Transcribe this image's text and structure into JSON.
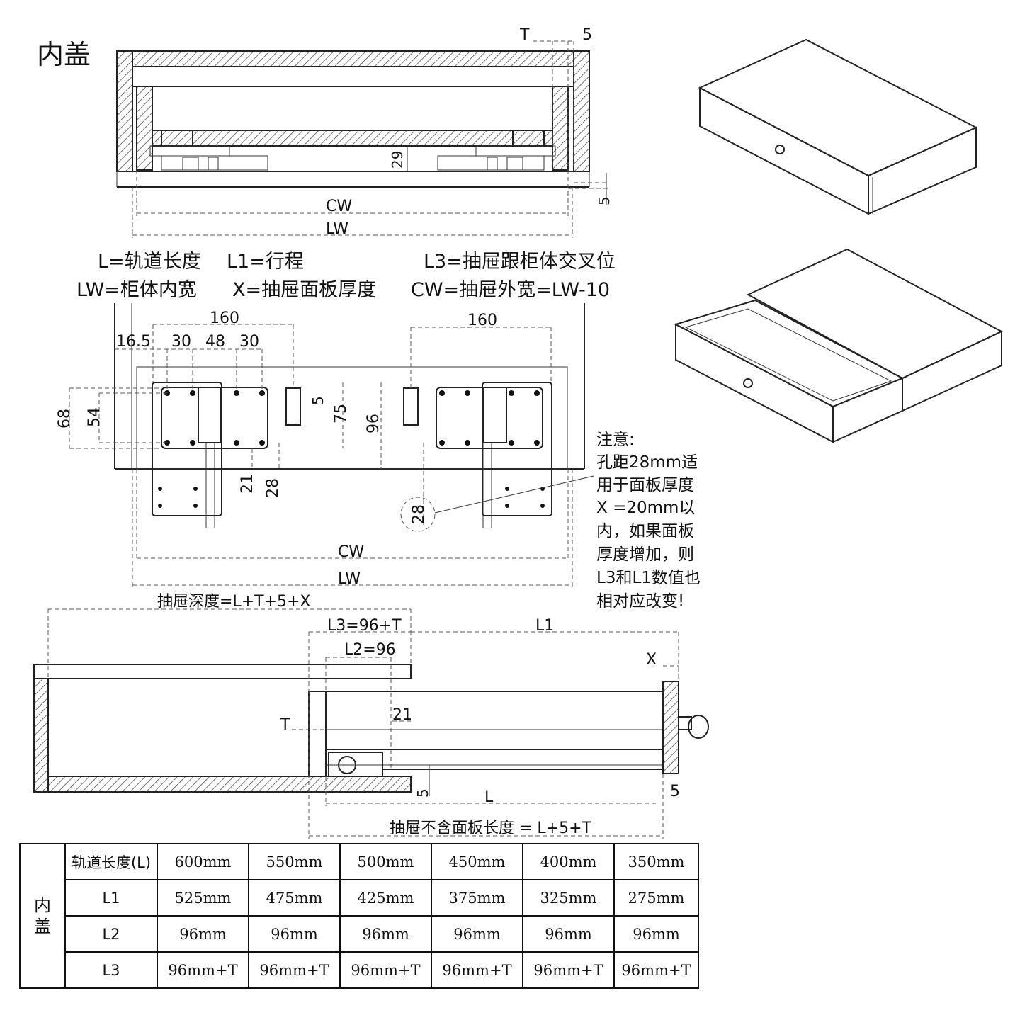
{
  "title": "内盖",
  "top_dims": {
    "T": "T",
    "five_a": "5",
    "twentynine": "29",
    "five_b": "5",
    "cw": "CW",
    "lw": "LW"
  },
  "legend": {
    "l": "L=轨道长度",
    "l1": "L1=行程",
    "l3": "L3=抽屉跟柜体交叉位",
    "lw": "LW=柜体内宽",
    "x": "X=抽屉面板厚度",
    "cw": "CW=抽屉外宽=LW-10"
  },
  "mid_dims": {
    "d160_left": "160",
    "d160_right": "160",
    "d16_5": "16.5",
    "d30_a": "30",
    "d48": "48",
    "d30_b": "30",
    "d68": "68",
    "d54": "54",
    "d5": "5",
    "d75": "75",
    "d96": "96",
    "d21": "21",
    "d28": "28",
    "d28_circle": "28",
    "cw": "CW",
    "lw": "LW"
  },
  "note": {
    "lines": [
      "注意:",
      "孔距28mm适",
      "用于面板厚度",
      "X =20mm以",
      "内，如果面板",
      "厚度增加，则",
      "L3和L1数值也",
      "相对应改变!"
    ]
  },
  "side_dims": {
    "depth": "抽屉深度=L+T+5+X",
    "l3": "L3=96+T",
    "l1": "L1",
    "l2": "L2=96",
    "x": "X",
    "t": "T",
    "d21": "21",
    "d5_left": "5",
    "l": "L",
    "d5_right": "5",
    "bottom": "抽屉不含面板长度 = L+5+T"
  },
  "table": {
    "group": [
      "内",
      "盖"
    ],
    "rows": [
      {
        "label": "轨道长度(L)",
        "values": [
          "600mm",
          "550mm",
          "500mm",
          "450mm",
          "400mm",
          "350mm"
        ]
      },
      {
        "label": "L1",
        "values": [
          "525mm",
          "475mm",
          "425mm",
          "375mm",
          "325mm",
          "275mm"
        ]
      },
      {
        "label": "L2",
        "values": [
          "96mm",
          "96mm",
          "96mm",
          "96mm",
          "96mm",
          "96mm"
        ]
      },
      {
        "label": "L3",
        "values": [
          "96mm+T",
          "96mm+T",
          "96mm+T",
          "96mm+T",
          "96mm+T",
          "96mm+T"
        ]
      }
    ]
  }
}
